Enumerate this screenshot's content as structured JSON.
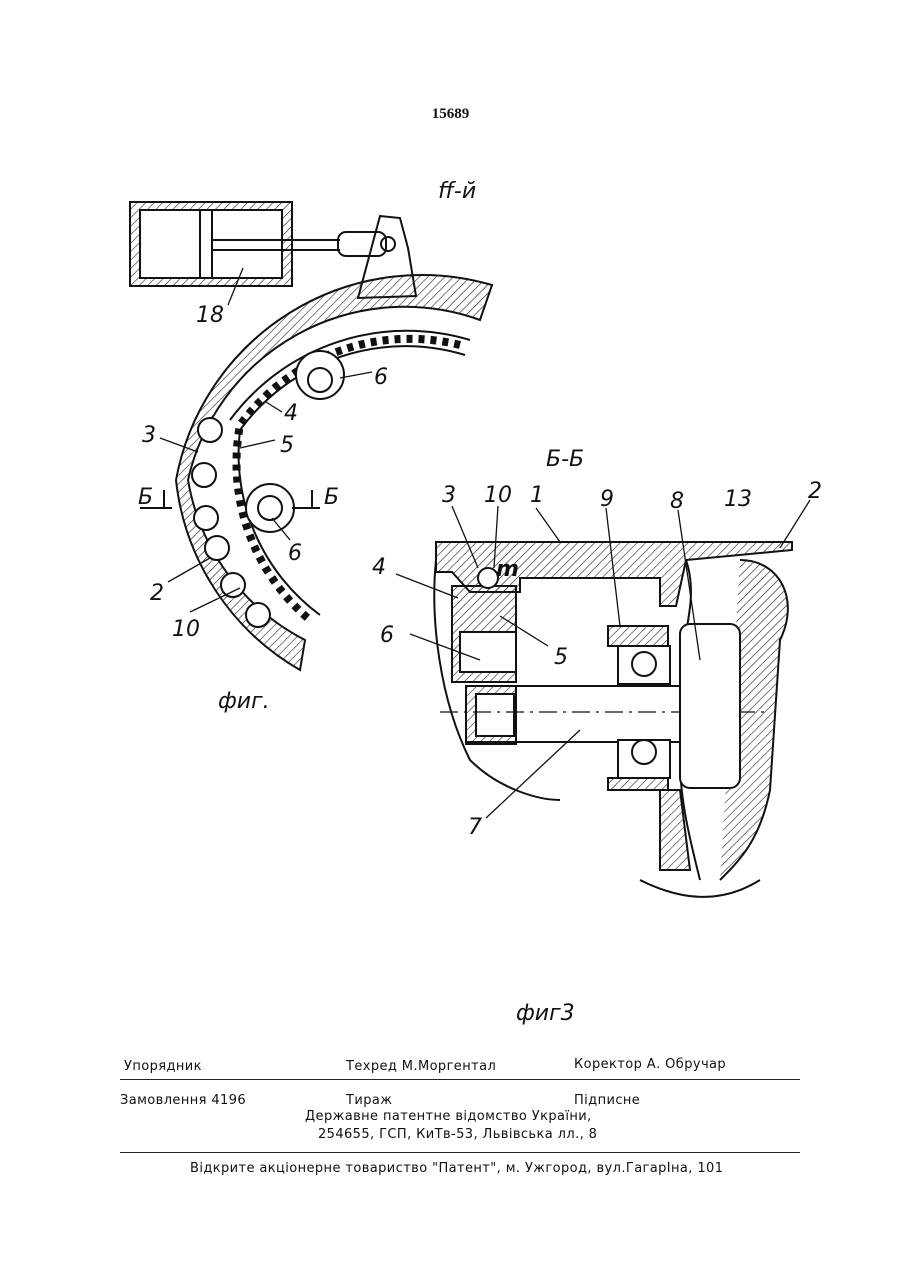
{
  "page_number": "15689",
  "fig1": {
    "title": "ff-й",
    "caption": "фиг.",
    "labels": {
      "l18": "18",
      "l6a": "6",
      "l4": "4",
      "l3": "3",
      "l5": "5",
      "lBL": "Б",
      "lBR": "Б",
      "l6b": "6",
      "l2": "2",
      "l10": "10"
    }
  },
  "fig3": {
    "title": "Б-Б",
    "caption": "фиг3",
    "mark": "m",
    "labels": {
      "l3": "3",
      "l10": "10",
      "l1": "1",
      "l9": "9",
      "l8": "8",
      "l13": "13",
      "l2": "2",
      "l4": "4",
      "l6": "6",
      "l5": "5",
      "l7": "7"
    }
  },
  "footer": {
    "compiler": "Упорядник",
    "techred": "Техред М.Моргентал",
    "corrector": "Коректор А. Обручар",
    "order": "Замовлення 4196",
    "circulation": "Тираж",
    "subscription": "Підписне",
    "office_line1": "Державне патентне відомство України,",
    "office_line2": "254655, ГСП, КиТв-53, Львівська лл., 8",
    "publisher": "Відкрите акціонерне товариство \"Патент\", м. Ужгород, вул.ГагарІна, 101"
  }
}
